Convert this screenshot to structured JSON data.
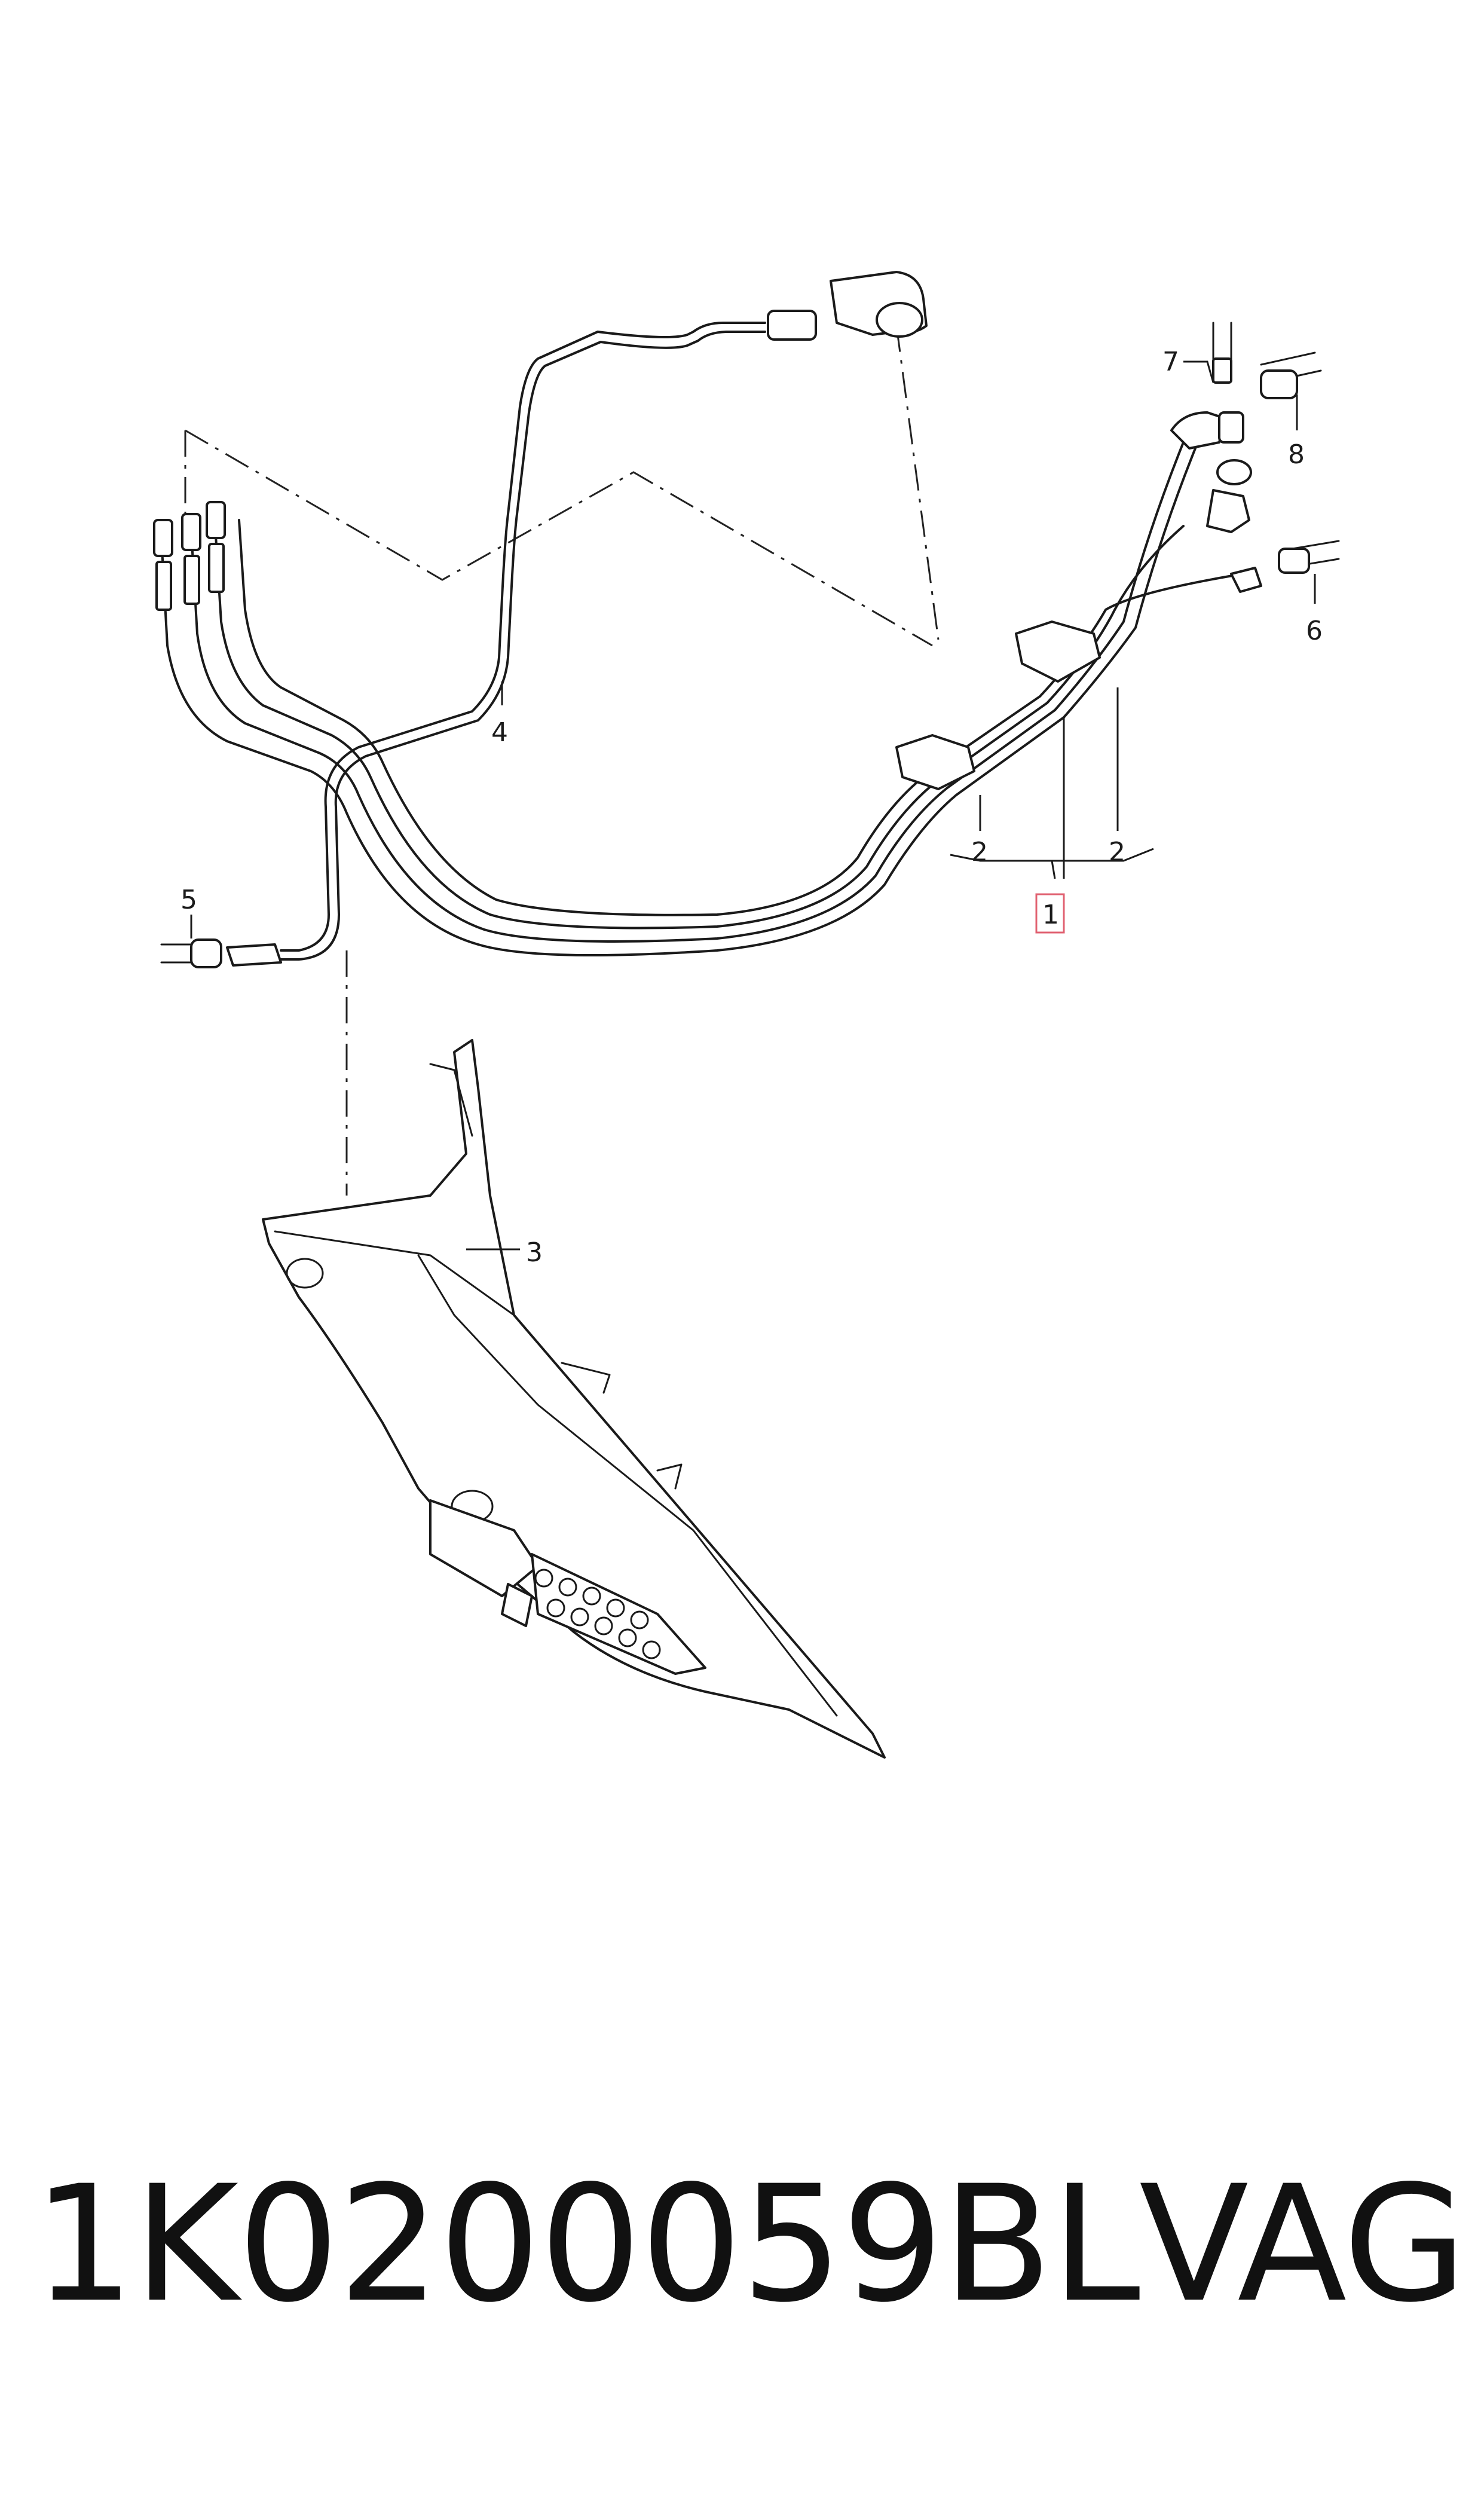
{
  "callouts": {
    "c1": "1",
    "c2a": "2",
    "c2b": "2",
    "c3": "3",
    "c4": "4",
    "c5": "5",
    "c6": "6",
    "c7": "7",
    "c8": "8"
  },
  "caption": {
    "part_number": "1K0200059BL",
    "brand": "VAG"
  },
  "colors": {
    "line": "#1a1a1a",
    "highlight_box": "#e06070"
  }
}
